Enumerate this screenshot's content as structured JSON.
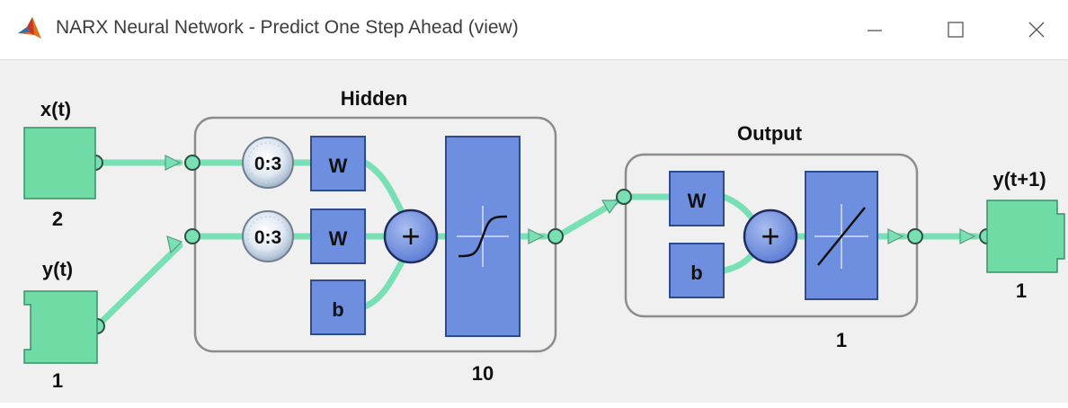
{
  "window": {
    "title": "NARX Neural Network - Predict One Step Ahead (view)",
    "icon": "matlab-logo-icon",
    "controls": [
      "minimize-icon",
      "maximize-icon",
      "close-icon"
    ]
  },
  "colors": {
    "block": "#6e8fe0",
    "io": "#6fdca5",
    "connection": "#78e0b4",
    "panel": "#f0f0f0",
    "layer_border": "#8c8c8c"
  },
  "diagram": {
    "inputs": [
      {
        "label": "x(t)",
        "size": "2"
      },
      {
        "label": "y(t)",
        "size": "1"
      }
    ],
    "hidden": {
      "title": "Hidden",
      "size": "10",
      "delays": [
        "0:3",
        "0:3"
      ],
      "weights": [
        "W",
        "W"
      ],
      "bias": "b",
      "sum": "+",
      "transfer": "tansig-icon"
    },
    "output_layer": {
      "title": "Output",
      "size": "1",
      "weight": "W",
      "bias": "b",
      "sum": "+",
      "transfer": "purelin-icon"
    },
    "output": {
      "label": "y(t+1)",
      "size": "1"
    }
  }
}
